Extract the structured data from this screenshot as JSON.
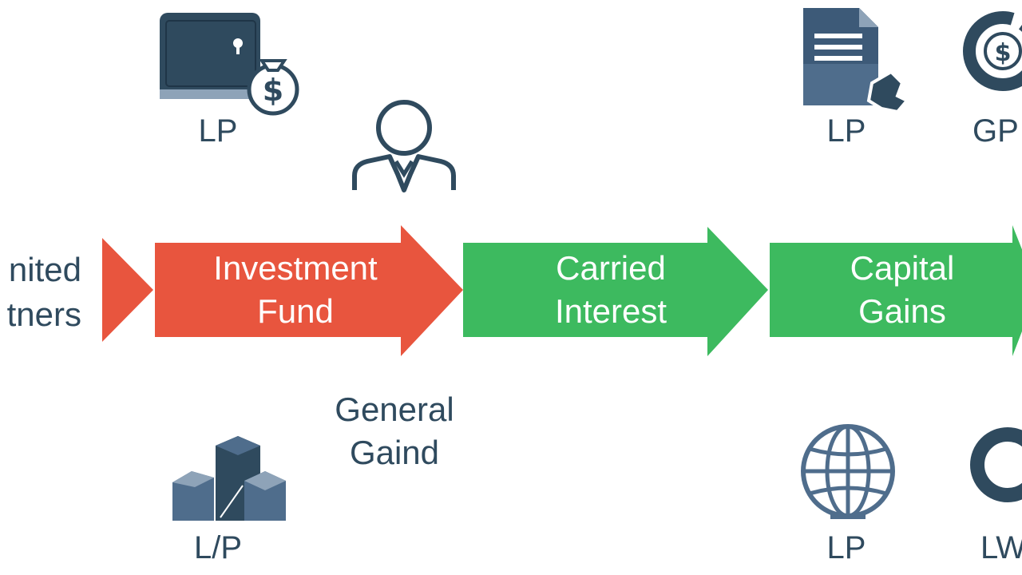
{
  "colors": {
    "navy": "#2f4a5e",
    "slate": "#4f6d8c",
    "red_arrow": "#e8553e",
    "green_arrow": "#3dba5f"
  },
  "left_label": {
    "line1": "nited",
    "line2": "tners"
  },
  "arrows": [
    {
      "line1": "Investment",
      "line2": "Fund",
      "color": "#e8553e"
    },
    {
      "line1": "Carried",
      "line2": "Interest",
      "color": "#3dba5f"
    },
    {
      "line1": "Capital",
      "line2": "Gains",
      "color": "#3dba5f"
    }
  ],
  "middle_label": {
    "line1": "General",
    "line2": "Gaind"
  },
  "icons": {
    "wallet": {
      "name": "wallet-money-bag-icon",
      "label": "LP"
    },
    "person": {
      "name": "person-icon"
    },
    "document": {
      "name": "document-icon",
      "label": "LP"
    },
    "dollar_ring": {
      "name": "dollar-ring-icon",
      "label": "GP"
    },
    "blocks": {
      "name": "building-blocks-icon",
      "label": "L/P"
    },
    "globe": {
      "name": "globe-icon",
      "label": "LP"
    },
    "ring": {
      "name": "ring-icon",
      "label": "LW"
    }
  }
}
